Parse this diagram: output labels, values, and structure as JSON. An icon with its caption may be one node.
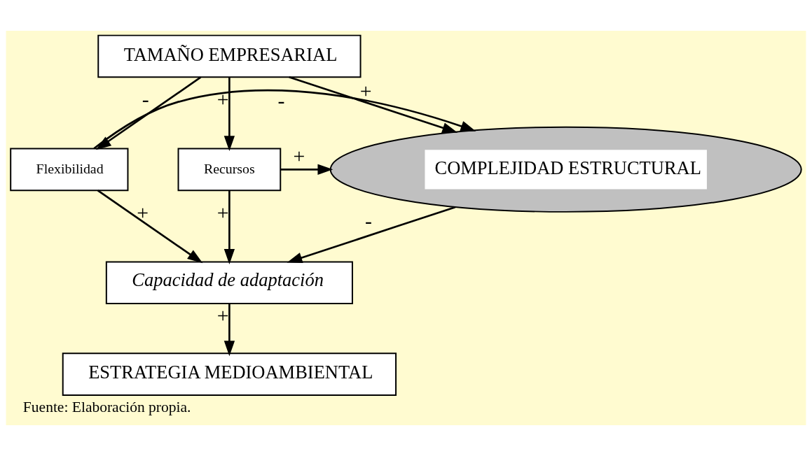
{
  "diagram": {
    "caption": "Fuente: Elaboración propia.",
    "nodes": [
      {
        "text": [
          "TAMAÑO EMPRESARIAL"
        ]
      },
      {
        "text": [
          "Flexibilidad"
        ]
      },
      {
        "text": [
          "COMPLEJIDAD ESTRUCTURAL"
        ]
      },
      {
        "text": [
          "Recursos"
        ]
      },
      {
        "text": [
          "Capacidad de adaptación"
        ]
      },
      {
        "text": [
          "ESTRATEGIA MEDIOAMBIENTAL"
        ]
      }
    ],
    "edges": [
      {
        "from": 0,
        "to": 1,
        "arrow": "to",
        "label": "-"
      },
      {
        "from": 0,
        "to": 2,
        "arrow": "to",
        "label": "+"
      },
      {
        "from": 0,
        "to": 3,
        "arrow": "to",
        "label": "+"
      },
      {
        "from": 1,
        "to": 2,
        "arrow": "to",
        "label": "-"
      },
      {
        "from": 3,
        "to": 2,
        "arrow": "to",
        "label": "+"
      },
      {
        "from": 2,
        "to": 4,
        "arrow": "to",
        "label": "-"
      },
      {
        "from": 1,
        "to": 4,
        "arrow": "to",
        "label": "+"
      },
      {
        "from": 3,
        "to": 4,
        "arrow": "to",
        "label": "+"
      },
      {
        "from": 4,
        "to": 5,
        "arrow": "to",
        "label": "+"
      }
    ]
  }
}
